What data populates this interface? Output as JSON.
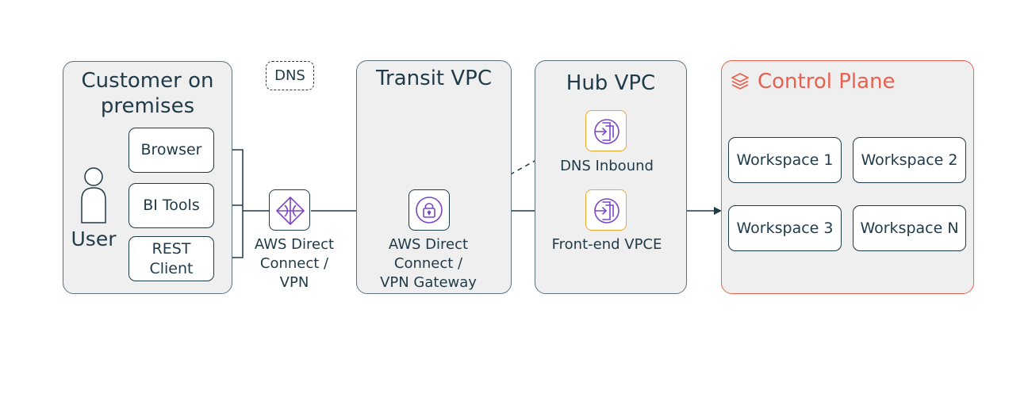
{
  "customer": {
    "title_line1": "Customer on",
    "title_line2": "premises",
    "user_label": "User",
    "clients": [
      "Browser",
      "BI Tools",
      "REST\nClient"
    ]
  },
  "dns_tag": "DNS",
  "aws_direct_connect": {
    "line1": "AWS Direct",
    "line2": "Connect /",
    "line3": "VPN"
  },
  "transit": {
    "title": "Transit VPC",
    "gateway_line1": "AWS Direct",
    "gateway_line2": "Connect /",
    "gateway_line3": "VPN Gateway"
  },
  "hub": {
    "title": "Hub VPC",
    "dns_inbound": "DNS Inbound",
    "frontend_vpce": "Front-end VPCE"
  },
  "control_plane": {
    "title": "Control Plane",
    "workspaces": [
      "Workspace 1",
      "Workspace 2",
      "Workspace 3",
      "Workspace N"
    ]
  },
  "colors": {
    "accent": "#e8614e",
    "endpoint_border": "#f0a52b",
    "endpoint_icon": "#7b46c8",
    "ink": "#1f3a48"
  }
}
